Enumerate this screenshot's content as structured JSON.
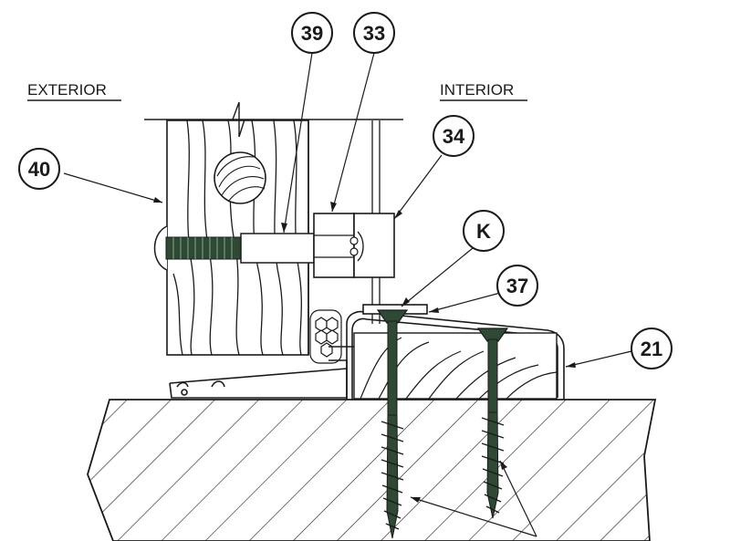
{
  "region_labels": {
    "exterior": "EXTERIOR",
    "interior": "INTERIOR"
  },
  "callouts": [
    {
      "id": "c39",
      "text": "39"
    },
    {
      "id": "c33",
      "text": "33"
    },
    {
      "id": "c34",
      "text": "34"
    },
    {
      "id": "c40",
      "text": "40"
    },
    {
      "id": "cK",
      "text": "K"
    },
    {
      "id": "c37",
      "text": "37"
    },
    {
      "id": "c21",
      "text": "21"
    }
  ],
  "colors": {
    "line": "#1a1a1a",
    "screw": "#2e4a34",
    "background": "#ffffff"
  }
}
